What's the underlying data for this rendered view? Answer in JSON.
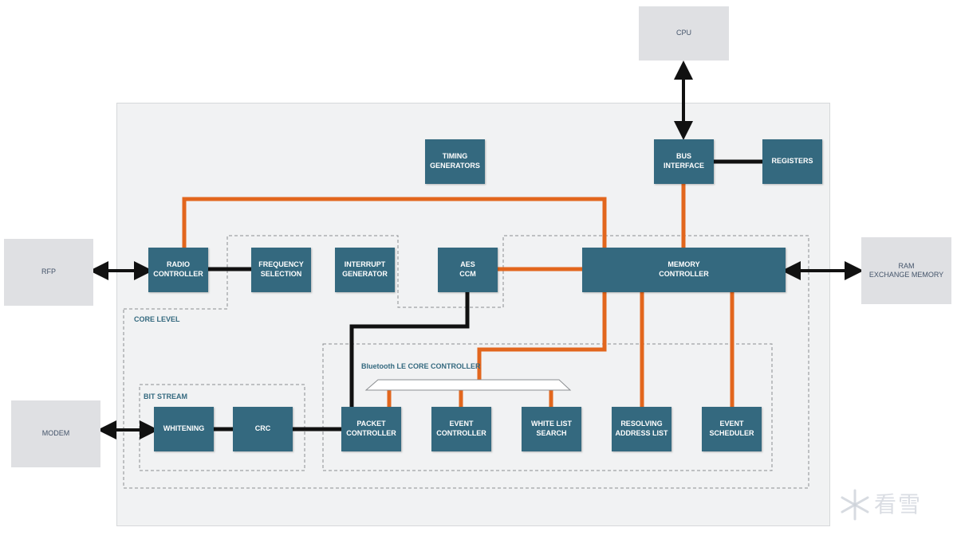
{
  "external": {
    "cpu": "CPU",
    "rfp": "RFP",
    "modem": "MODEM",
    "ram": "RAM\nEXCHANGE MEMORY"
  },
  "blocks": {
    "timing_generators": "TIMING\nGENERATORS",
    "bus_interface": "BUS\nINTERFACE",
    "registers": "REGISTERS",
    "radio_controller": "RADIO\nCONTROLLER",
    "frequency_selection": "FREQUENCY\nSELECTION",
    "interrupt_generator": "INTERRUPT\nGENERATOR",
    "aes_ccm": "AES\nCCM",
    "memory_controller": "MEMORY\nCONTROLLER",
    "whitening": "WHITENING",
    "crc": "CRC",
    "packet_controller": "PACKET\nCONTROLLER",
    "event_controller": "EVENT\nCONTROLLER",
    "white_list_search": "WHITE LIST\nSEARCH",
    "resolving_address_list": "RESOLVING\nADDRESS LIST",
    "event_scheduler": "EVENT\nSCHEDULER"
  },
  "zones": {
    "core_level": "CORE LEVEL",
    "bit_stream": "BIT STREAM",
    "ble_core_controller": "Bluetooth LE CORE CONTROLLER"
  },
  "watermark": "看雪",
  "colors": {
    "block": "#34697f",
    "orange_link": "#e2661d",
    "black_link": "#111111",
    "external_box": "#dfe0e3"
  }
}
